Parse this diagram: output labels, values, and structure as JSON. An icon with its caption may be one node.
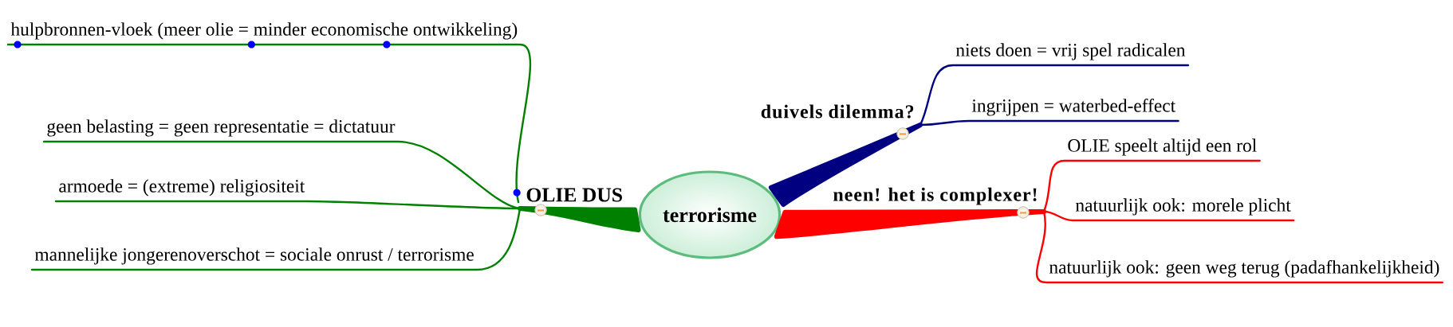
{
  "diagram": {
    "nodes": [
      {
        "text": [
          "terrorisme"
        ]
      },
      {
        "text": [
          "OLIE DUS"
        ]
      },
      {
        "text": [
          "hulpbronnen-vloek (meer olie = minder economische ontwikkeling)"
        ]
      },
      {
        "text": [
          "geen belasting = geen representatie = dictatuur"
        ]
      },
      {
        "text": [
          "armoede = (extreme) religiositeit"
        ]
      },
      {
        "text": [
          "mannelijke jongerenoverschot = sociale onrust / terrorisme"
        ]
      },
      {
        "text": [
          "duivels dilemma?"
        ]
      },
      {
        "text": [
          "niets doen = vrij spel radicalen"
        ]
      },
      {
        "text": [
          "ingrijpen = waterbed-effect"
        ]
      },
      {
        "text": [
          "neen! het is complexer!"
        ]
      },
      {
        "text": [
          "OLIE speelt altijd een rol"
        ]
      },
      {
        "text": [
          "natuurlijk ook: morele plicht"
        ]
      },
      {
        "text": [
          "natuurlijk ook: geen weg terug (padafhankelijkheid)"
        ]
      }
    ],
    "edges": [
      {
        "from": 0,
        "to": 1,
        "arrow": "none",
        "style": "thick",
        "color": "#008000"
      },
      {
        "from": 1,
        "to": 2,
        "arrow": "none",
        "color": "#008000"
      },
      {
        "from": 1,
        "to": 3,
        "arrow": "none",
        "color": "#008000"
      },
      {
        "from": 1,
        "to": 4,
        "arrow": "none",
        "color": "#008000"
      },
      {
        "from": 1,
        "to": 5,
        "arrow": "none",
        "color": "#008000"
      },
      {
        "from": 0,
        "to": 6,
        "arrow": "none",
        "style": "thick",
        "color": "#000080"
      },
      {
        "from": 6,
        "to": 7,
        "arrow": "none",
        "color": "#000080"
      },
      {
        "from": 6,
        "to": 8,
        "arrow": "none",
        "color": "#000080"
      },
      {
        "from": 0,
        "to": 9,
        "arrow": "none",
        "style": "thick",
        "color": "#ff0000"
      },
      {
        "from": 9,
        "to": 10,
        "arrow": "none",
        "color": "#ff0000"
      },
      {
        "from": 9,
        "to": 11,
        "arrow": "none",
        "color": "#ff0000"
      },
      {
        "from": 9,
        "to": 12,
        "arrow": "none",
        "color": "#ff0000"
      }
    ]
  }
}
